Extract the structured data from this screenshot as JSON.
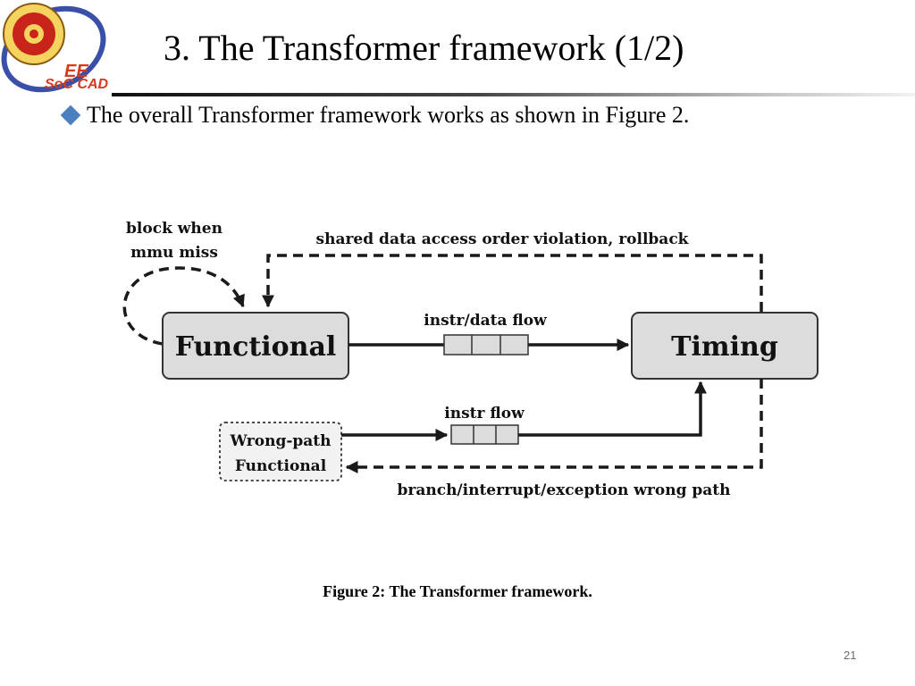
{
  "logo": {
    "badge_text": "EE",
    "subtitle": "SoC CAD",
    "icon": "university-seal-icon"
  },
  "slide": {
    "title": "3. The Transformer framework (1/2)",
    "bullet_icon": "diamond-bullet-icon",
    "bullet_color": "#4a7fc1",
    "bullet_text": "The overall Transformer framework works as shown in Figure 2.",
    "page_number": "21"
  },
  "figure": {
    "functional_label": "Functional",
    "timing_label": "Timing",
    "wrong_path_line1": "Wrong-path",
    "wrong_path_line2": "Functional",
    "block_when_line1": "block when",
    "block_when_line2": "mmu miss",
    "rollback_label": "shared data access order violation, rollback",
    "instr_data_flow_label": "instr/data flow",
    "instr_flow_label": "instr flow",
    "wrong_path_return_label": "branch/interrupt/exception wrong path",
    "caption": "Figure 2: The Transformer framework."
  }
}
